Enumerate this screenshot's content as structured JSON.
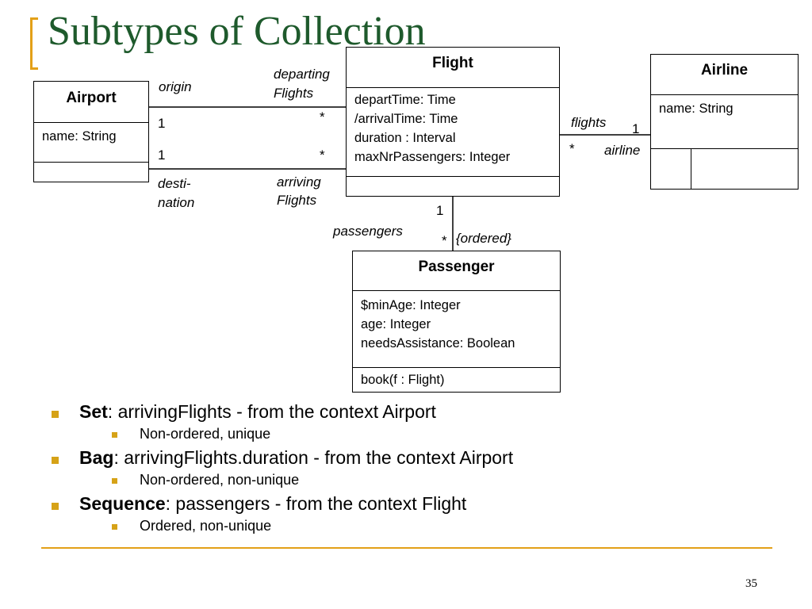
{
  "slide": {
    "title": "Subtypes of Collection",
    "page_number": "35"
  },
  "diagram": {
    "classes": {
      "airport": {
        "name": "Airport",
        "attributes": [
          "name: String"
        ]
      },
      "flight": {
        "name": "Flight",
        "attributes": [
          "departTime: Time",
          "/arrivalTime: Time",
          "duration : Interval",
          "maxNrPassengers: Integer"
        ]
      },
      "airline": {
        "name": "Airline",
        "attributes": [
          "name: String"
        ]
      },
      "passenger": {
        "name": "Passenger",
        "attributes": [
          "$minAge: Integer",
          "age: Integer",
          "needsAssistance: Boolean"
        ],
        "operations": [
          "book(f : Flight)"
        ]
      }
    },
    "labels": {
      "origin": "origin",
      "departing_flights_1": "departing",
      "departing_flights_2": "Flights",
      "mult_origin_1": "1",
      "mult_departing_star": "*",
      "mult_dest_1": "1",
      "mult_arriving_star": "*",
      "destination_1": "desti-",
      "destination_2": "nation",
      "arriving_flights_1": "arriving",
      "arriving_flights_2": "Flights",
      "flights": "flights",
      "mult_airline_1": "1",
      "mult_flights_star": "*",
      "airline": "airline",
      "mult_passenger_1": "1",
      "passengers": "passengers",
      "mult_passengers_star": "*",
      "ordered": "{ordered}"
    }
  },
  "bullets": [
    {
      "term": "Set",
      "text": ": arrivingFlights - from the context Airport",
      "sub": "Non-ordered, unique"
    },
    {
      "term": "Bag",
      "text": ": arrivingFlights.duration - from the context Airport",
      "sub": "Non-ordered, non-unique"
    },
    {
      "term": "Sequence",
      "text": ": passengers - from the context Flight",
      "sub": "Ordered, non-unique"
    }
  ],
  "colors": {
    "title": "#1e5a2c",
    "accent": "#e3a018",
    "bullet": "#d6a217"
  }
}
